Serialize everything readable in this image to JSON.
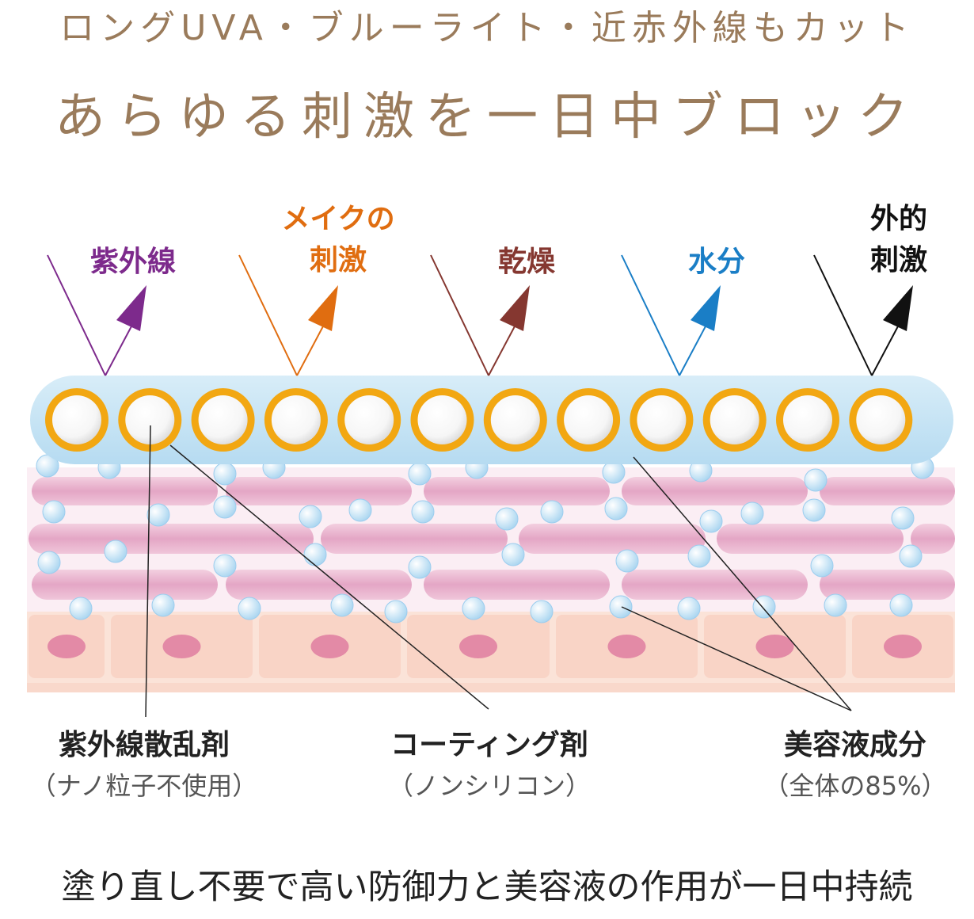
{
  "header": {
    "subtitle": "ロングUVA・ブルーライト・近赤外線もカット",
    "title": "あらゆる刺激を一日中ブロック"
  },
  "stimuli": [
    {
      "label_lines": [
        "紫外線"
      ],
      "color": "#7d2a8c"
    },
    {
      "label_lines": [
        "メイクの",
        "刺激"
      ],
      "color": "#e06d10"
    },
    {
      "label_lines": [
        "乾燥"
      ],
      "color": "#853730"
    },
    {
      "label_lines": [
        "水分"
      ],
      "color": "#1a7ec6"
    },
    {
      "label_lines": [
        "外的",
        "刺激"
      ],
      "color": "#111111"
    }
  ],
  "components": [
    {
      "name": "紫外線散乱剤",
      "note": "（ナノ粒子不使用）"
    },
    {
      "name": "コーティング剤",
      "note": "（ノンシリコン）"
    },
    {
      "name": "美容液成分",
      "note": "（全体の85%）"
    }
  ],
  "footer": {
    "text": "塗り直し不要で高い防御力と美容液の作用が一日中持続"
  },
  "colors": {
    "heading": "#9a7b5b",
    "coating": "#bfe0f3",
    "particle_ring": "#f2a712",
    "skin_cell": "#e9b0cc",
    "base_cell": "#f9d4c6",
    "droplet": "#cfe9f8"
  }
}
